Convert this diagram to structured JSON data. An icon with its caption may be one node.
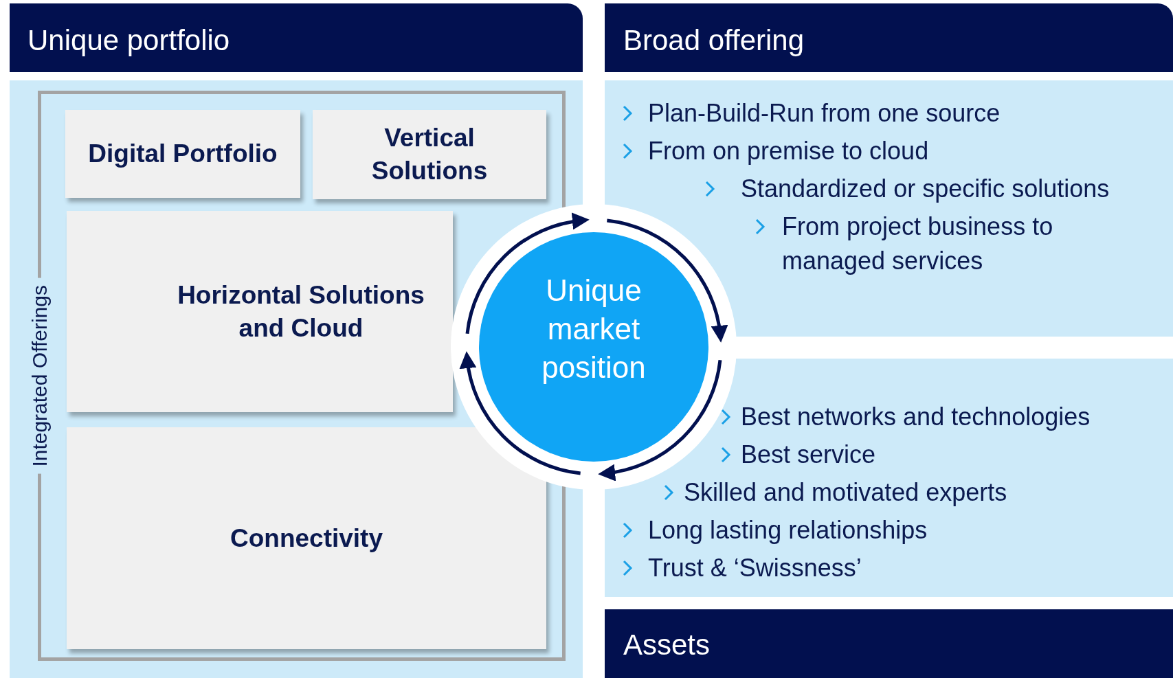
{
  "diagram": {
    "nodes": [
      {
        "text": [
          "Unique portfolio"
        ]
      },
      {
        "text": [
          "Integrated Offerings"
        ],
        "in": 0
      },
      {
        "text": [
          "Digital Portfolio"
        ],
        "in": 1
      },
      {
        "text": [
          "Vertical Solutions"
        ],
        "in": 1
      },
      {
        "text": [
          "Horizontal Solutions and Cloud"
        ],
        "in": 1
      },
      {
        "text": [
          "Connectivity"
        ],
        "in": 1
      },
      {
        "text": [
          "Unique market position"
        ]
      },
      {
        "text": [
          "Broad offering",
          "Plan-Build-Run from one source",
          "From on premise to cloud",
          "Standardized or specific solutions",
          "From project business to managed services"
        ]
      },
      {
        "text": [
          "Best networks and technologies",
          "Best service",
          "Skilled and motivated experts",
          "Long lasting relationships",
          "Trust & ‘Swissness’",
          "Assets"
        ]
      }
    ]
  }
}
